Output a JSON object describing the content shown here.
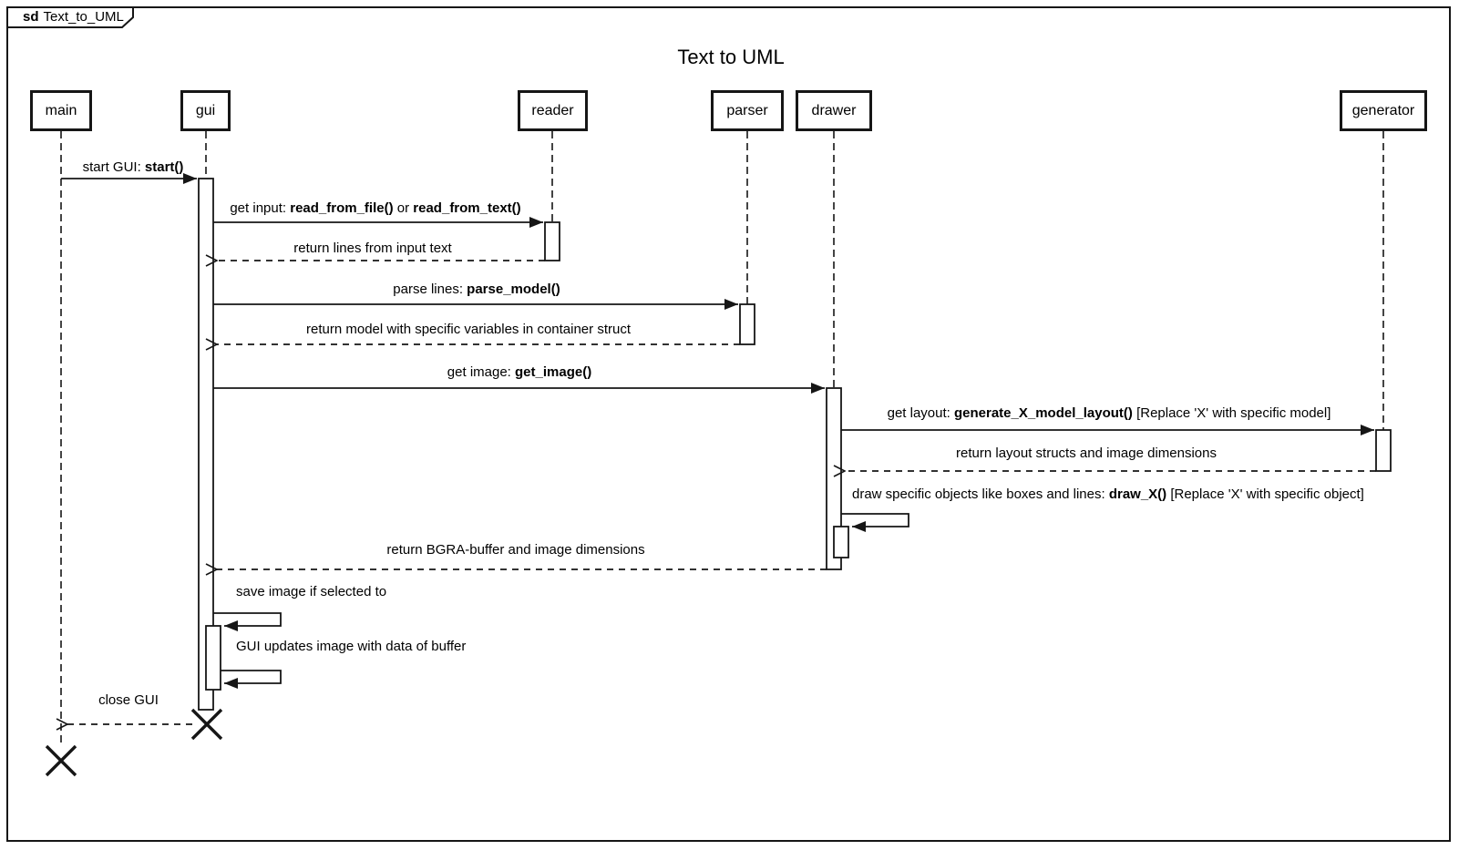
{
  "frame": {
    "tag_keyword": "sd",
    "tag_name": "Text_to_UML"
  },
  "title": "Text to UML",
  "colors": {
    "line": "#161616",
    "background": "#ffffff"
  },
  "lifelines": [
    {
      "label": "main"
    },
    {
      "label": "gui"
    },
    {
      "label": "reader"
    },
    {
      "label": "parser"
    },
    {
      "label": "drawer"
    },
    {
      "label": "generator"
    }
  ],
  "messages": [
    {
      "type": "sync",
      "from": "main",
      "to": "gui",
      "segments": [
        {
          "text": "start GUI: "
        },
        {
          "text": "start()",
          "bold": true
        }
      ]
    },
    {
      "type": "sync",
      "from": "gui",
      "to": "reader",
      "segments": [
        {
          "text": "get input: "
        },
        {
          "text": "read_from_file()",
          "bold": true
        },
        {
          "text": " or "
        },
        {
          "text": "read_from_text()",
          "bold": true
        }
      ]
    },
    {
      "type": "return",
      "from": "reader",
      "to": "gui",
      "segments": [
        {
          "text": "return lines from input text"
        }
      ]
    },
    {
      "type": "sync",
      "from": "gui",
      "to": "parser",
      "segments": [
        {
          "text": "parse lines: "
        },
        {
          "text": "parse_model()",
          "bold": true
        }
      ]
    },
    {
      "type": "return",
      "from": "parser",
      "to": "gui",
      "segments": [
        {
          "text": "return model with specific variables in container struct"
        }
      ]
    },
    {
      "type": "sync",
      "from": "gui",
      "to": "drawer",
      "segments": [
        {
          "text": "get image: "
        },
        {
          "text": "get_image()",
          "bold": true
        }
      ]
    },
    {
      "type": "sync",
      "from": "drawer",
      "to": "generator",
      "segments": [
        {
          "text": "get layout: "
        },
        {
          "text": "generate_X_model_layout()",
          "bold": true
        },
        {
          "text": " [Replace 'X' with specific model]"
        }
      ]
    },
    {
      "type": "return",
      "from": "generator",
      "to": "drawer",
      "segments": [
        {
          "text": "return layout structs and image dimensions"
        }
      ]
    },
    {
      "type": "self",
      "from": "drawer",
      "to": "drawer",
      "segments": [
        {
          "text": "draw specific objects like boxes and lines: "
        },
        {
          "text": "draw_X()",
          "bold": true
        },
        {
          "text": " [Replace 'X' with specific object]"
        }
      ]
    },
    {
      "type": "return",
      "from": "drawer",
      "to": "gui",
      "segments": [
        {
          "text": "return BGRA-buffer and image dimensions"
        }
      ]
    },
    {
      "type": "self",
      "from": "gui",
      "to": "gui",
      "segments": [
        {
          "text": "save image if selected to"
        }
      ]
    },
    {
      "type": "self",
      "from": "gui",
      "to": "gui",
      "segments": [
        {
          "text": "GUI updates image with data of buffer"
        }
      ]
    },
    {
      "type": "return",
      "from": "gui",
      "to": "main",
      "segments": [
        {
          "text": "close GUI"
        }
      ]
    }
  ]
}
